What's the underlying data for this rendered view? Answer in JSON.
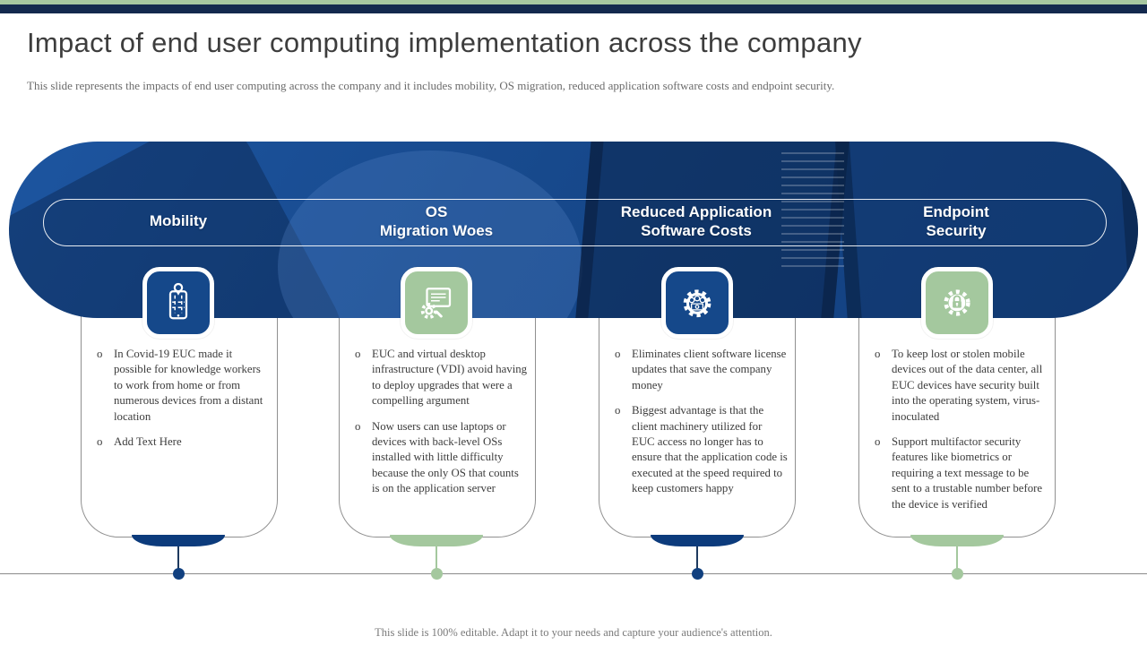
{
  "slide": {
    "title": "Impact of end user computing implementation across the company",
    "subtitle": "This slide represents the impacts of end user computing across the company and it includes mobility, OS migration, reduced application software costs and endpoint security.",
    "footer": "This slide is 100% editable. Adapt it to your needs and capture your audience's attention."
  },
  "colors": {
    "banner_blue": "#17498c",
    "tile_blue": "#15488a",
    "tab_blue": "#0c3b7c",
    "green": "#a4c89e",
    "top_navy": "#13294e",
    "top_green": "#a6c7a0",
    "timeline_gray": "#8a8a8a"
  },
  "columns": [
    {
      "header": "Mobility",
      "icon": "mobile-map-pin-icon",
      "accent": "blue",
      "bullets": [
        "In Covid-19 EUC made it possible for knowledge workers to work from home or from numerous devices from a distant location",
        "Add Text Here"
      ]
    },
    {
      "header": "OS\nMigration Woes",
      "icon": "monitor-gear-icon",
      "accent": "green",
      "bullets": [
        "EUC and virtual desktop infrastructure (VDI) avoid having to deploy upgrades that were a compelling argument",
        "Now users can use laptops or devices with back-level OSs installed with little difficulty because the only OS that counts is on the application server"
      ]
    },
    {
      "header": "Reduced Application\nSoftware Costs",
      "icon": "gear-money-icon",
      "accent": "blue",
      "bullets": [
        "Eliminates client software license updates that save the company money",
        "Biggest advantage is that the client machinery utilized for EUC access no longer has to ensure that the application code is executed at the speed required to keep customers happy"
      ]
    },
    {
      "header": "Endpoint\nSecurity",
      "icon": "gear-lock-icon",
      "accent": "green",
      "bullets": [
        "To keep lost or stolen mobile devices out of the data center, all EUC devices have security built into the operating system, virus-inoculated",
        "Support multifactor security features like biometrics or requiring a text message to be sent to a trustable number before the device is verified"
      ]
    }
  ]
}
